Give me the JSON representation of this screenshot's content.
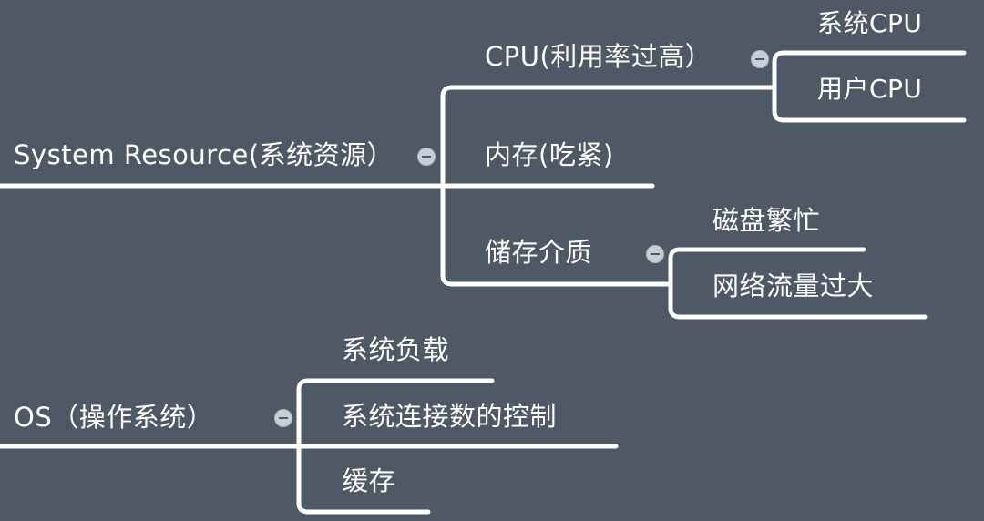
{
  "colors": {
    "background": "#4f5966",
    "line": "#ffffff",
    "text": "#ffffff",
    "toggle": "#c9ced6"
  },
  "mindmap": {
    "system": {
      "label": "System Resource(系统资源）",
      "cpu": {
        "label": "CPU(利用率过高）",
        "sys_cpu": "系统CPU",
        "user_cpu": "用户CPU"
      },
      "memory": "内存(吃紧)",
      "storage": {
        "label": "储存介质",
        "disk_busy": "磁盘繁忙",
        "network": "网络流量过大"
      }
    },
    "os": {
      "label": "OS（操作系统）",
      "load": "系统负载",
      "connections": "系统连接数的控制",
      "cache": "缓存"
    }
  }
}
